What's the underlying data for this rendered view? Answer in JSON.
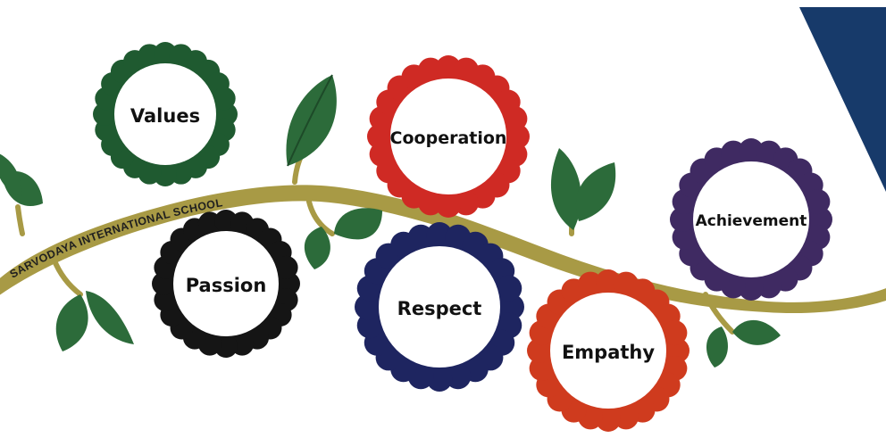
{
  "branch_label": "SARVODAYA INTERNATIONAL SCHOOL",
  "colors": {
    "branch": "#a89a45",
    "leaf": "#2c6b3a",
    "leaf_dark": "#1d4a28",
    "corner": "#173a6a"
  },
  "values": [
    {
      "label": "Values",
      "color": "#1f5a30"
    },
    {
      "label": "Passion",
      "color": "#151515"
    },
    {
      "label": "Cooperation",
      "color": "#cf2a24"
    },
    {
      "label": "Respect",
      "color": "#1e2560"
    },
    {
      "label": "Empathy",
      "color": "#cf3b1e"
    },
    {
      "label": "Achievement",
      "color": "#3f2a62"
    }
  ]
}
